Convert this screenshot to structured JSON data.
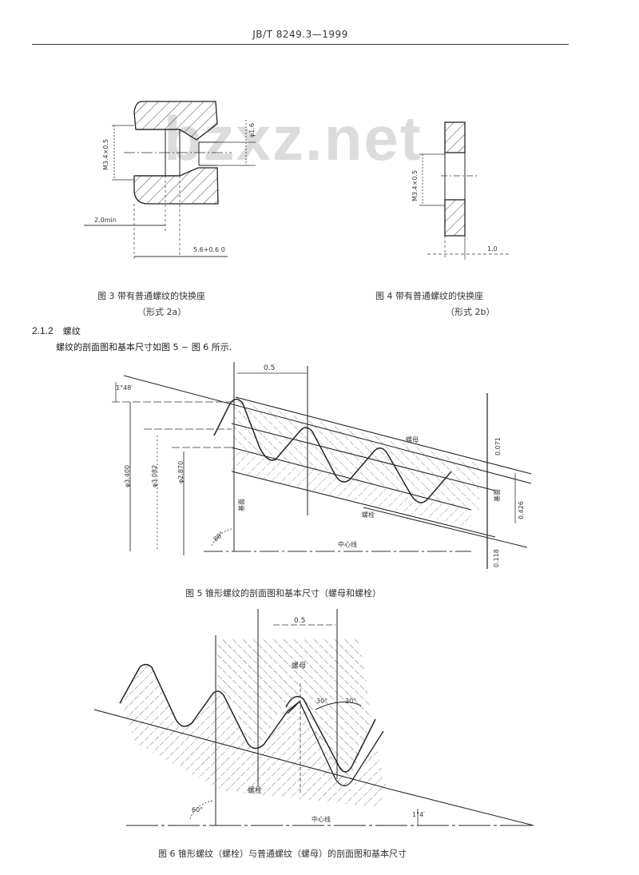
{
  "header": {
    "standard_code": "JB/T 8249.3—1999"
  },
  "watermark": {
    "text": "bzxz.net"
  },
  "figure3": {
    "caption_line1": "图 3   带有普通螺纹的快换座",
    "caption_line2": "（形式 2a）",
    "labels": {
      "thread": "M3.4×0.5",
      "hole_dia": "φ1.6",
      "depth_min": "2.0min",
      "length": "5.6+0.6 0"
    }
  },
  "figure4": {
    "caption_line1": "图 4   带有普通螺纹的快换座",
    "caption_line2": "（形式 2b）",
    "labels": {
      "thread": "M3.4×0.5",
      "length": "1.0"
    }
  },
  "section": {
    "number": "2.1.2",
    "title": "螺纹",
    "body": "螺纹的剖面图和基本尺寸如图 5 ~ 图 6 所示."
  },
  "figure5": {
    "caption": "图 5   锥形螺纹的剖面图和基本尺寸（螺母和螺栓）",
    "labels": {
      "pitch": "0.5",
      "angle_top": "1°48′",
      "dia_major": "φ3.400",
      "dia_pitch": "φ3.082",
      "dia_minor": "φ2.870",
      "angle_bottom": "88°",
      "datum_label": "基面",
      "nut_label": "螺母",
      "bolt_label": "螺栓",
      "centerline": "中心线",
      "dim_top": "0.071",
      "dim_mid": "0.426",
      "dim_bottom": "0.118",
      "gauge_plane": "基面"
    }
  },
  "figure6": {
    "caption": "图 6   锥形螺纹（螺栓）与普通螺纹（螺母）的剖面图和基本尺寸",
    "labels": {
      "pitch": "0.5",
      "nut_label": "螺母",
      "bolt_label": "螺栓",
      "angle_left": "30°",
      "angle_right": "30°",
      "angle_flank": "60°",
      "taper_angle": "1°4′",
      "centerline": "中心线"
    }
  }
}
